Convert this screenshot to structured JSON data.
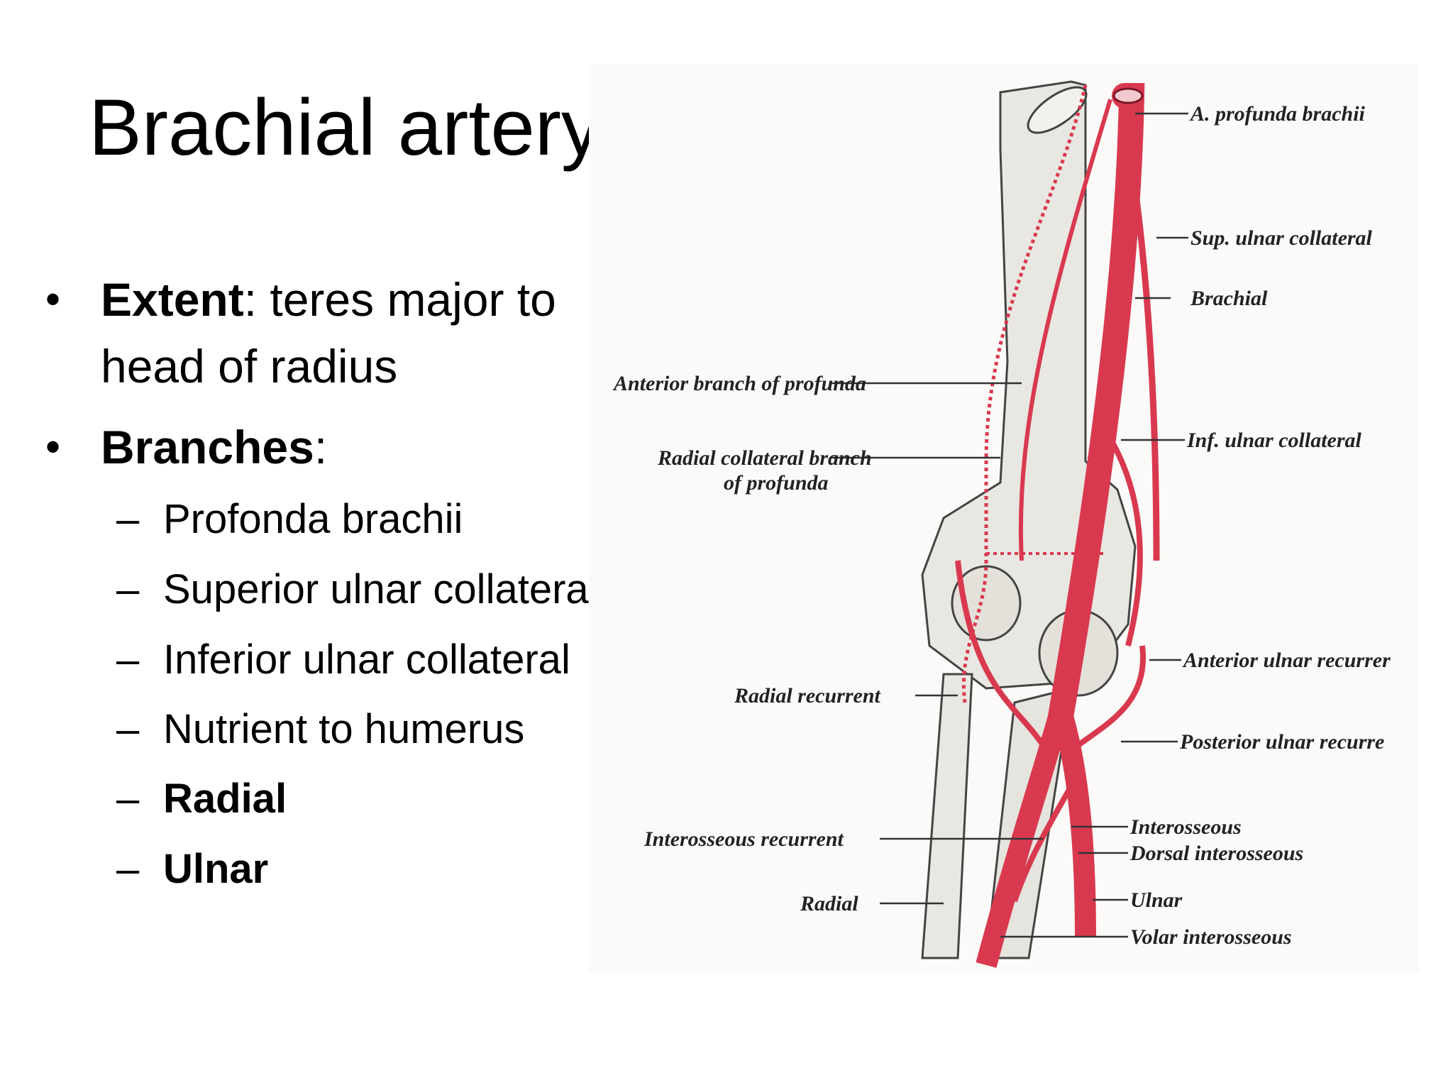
{
  "title": "Brachial artery",
  "bullets": [
    {
      "term": "Extent",
      "rest": ": teres major to head of radius"
    },
    {
      "term": "Branches",
      "rest": ":"
    }
  ],
  "branches": [
    {
      "label": "Profonda brachii",
      "bold": false
    },
    {
      "label": "Superior ulnar collateral",
      "bold": false
    },
    {
      "label": "Inferior ulnar collateral",
      "bold": false
    },
    {
      "label": "Nutrient to humerus",
      "bold": false
    },
    {
      "label": "Radial",
      "bold": true
    },
    {
      "label": "Ulnar",
      "bold": true
    }
  ],
  "figure_labels": {
    "profunda_brachii": "A. profunda brachii",
    "sup_ulnar_collateral": "Sup. ulnar collateral",
    "brachial": "Brachial",
    "anterior_branch_profunda": "Anterior branch of profunda",
    "inf_ulnar_collateral": "Inf. ulnar collateral",
    "radial_collateral_line1": "Radial collateral branch",
    "radial_collateral_line2": "of profunda",
    "anterior_ulnar_recurrent": "Anterior ulnar recurrer",
    "radial_recurrent": "Radial recurrent",
    "posterior_ulnar_recurrent": "Posterior ulnar recurre",
    "interosseous": "Interosseous",
    "interosseous_recurrent": "Interosseous recurrent",
    "dorsal_interosseous": "Dorsal interosseous",
    "radial": "Radial",
    "ulnar": "Ulnar",
    "volar_interosseous": "Volar interosseous"
  },
  "colors": {
    "artery": "#d9394f",
    "bone": "#e8e6e0",
    "text": "#000000"
  }
}
